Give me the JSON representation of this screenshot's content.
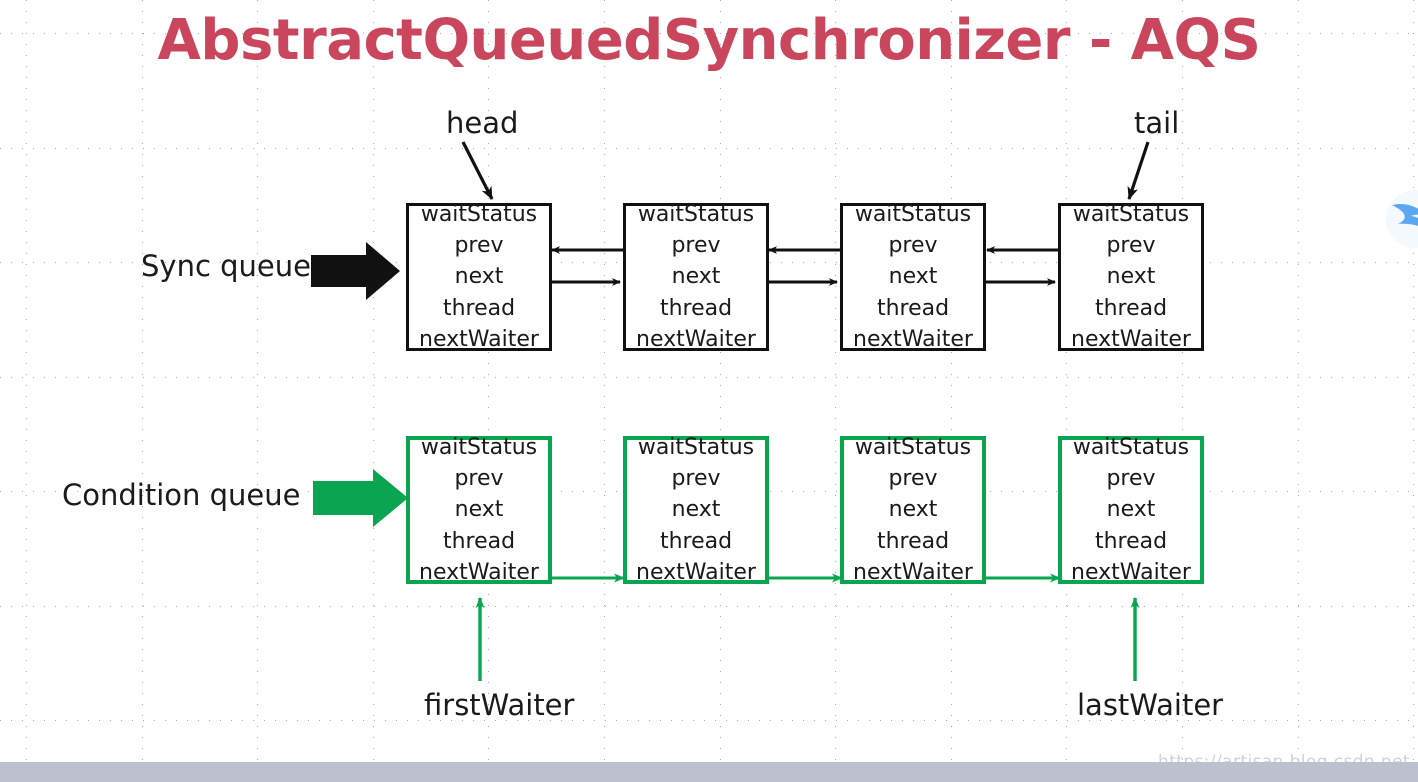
{
  "title": "AbstractQueuedSynchronizer - AQS",
  "colors": {
    "title_red": "#c9465c",
    "sync_black": "#111111",
    "condition_green": "#09a550",
    "bottom_bar": "#bdc1cd",
    "grid_dot": "#a8a8a8",
    "icon_blue": "#5ba7f2"
  },
  "node_fields": [
    "waitStatus",
    "prev",
    "next",
    "thread",
    "nextWaiter"
  ],
  "sync_queue": {
    "label": "Sync queue",
    "head_label": "head",
    "tail_label": "tail",
    "nodes": [
      {
        "fields": [
          "waitStatus",
          "prev",
          "next",
          "thread",
          "nextWaiter"
        ]
      },
      {
        "fields": [
          "waitStatus",
          "prev",
          "next",
          "thread",
          "nextWaiter"
        ]
      },
      {
        "fields": [
          "waitStatus",
          "prev",
          "next",
          "thread",
          "nextWaiter"
        ]
      },
      {
        "fields": [
          "waitStatus",
          "prev",
          "next",
          "thread",
          "nextWaiter"
        ]
      }
    ]
  },
  "condition_queue": {
    "label": "Condition queue",
    "first_waiter_label": "firstWaiter",
    "last_waiter_label": "lastWaiter",
    "nodes": [
      {
        "fields": [
          "waitStatus",
          "prev",
          "next",
          "thread",
          "nextWaiter"
        ]
      },
      {
        "fields": [
          "waitStatus",
          "prev",
          "next",
          "thread",
          "nextWaiter"
        ]
      },
      {
        "fields": [
          "waitStatus",
          "prev",
          "next",
          "thread",
          "nextWaiter"
        ]
      },
      {
        "fields": [
          "waitStatus",
          "prev",
          "next",
          "thread",
          "nextWaiter"
        ]
      }
    ]
  },
  "watermark": "https://artisan.blog.csdn.net"
}
